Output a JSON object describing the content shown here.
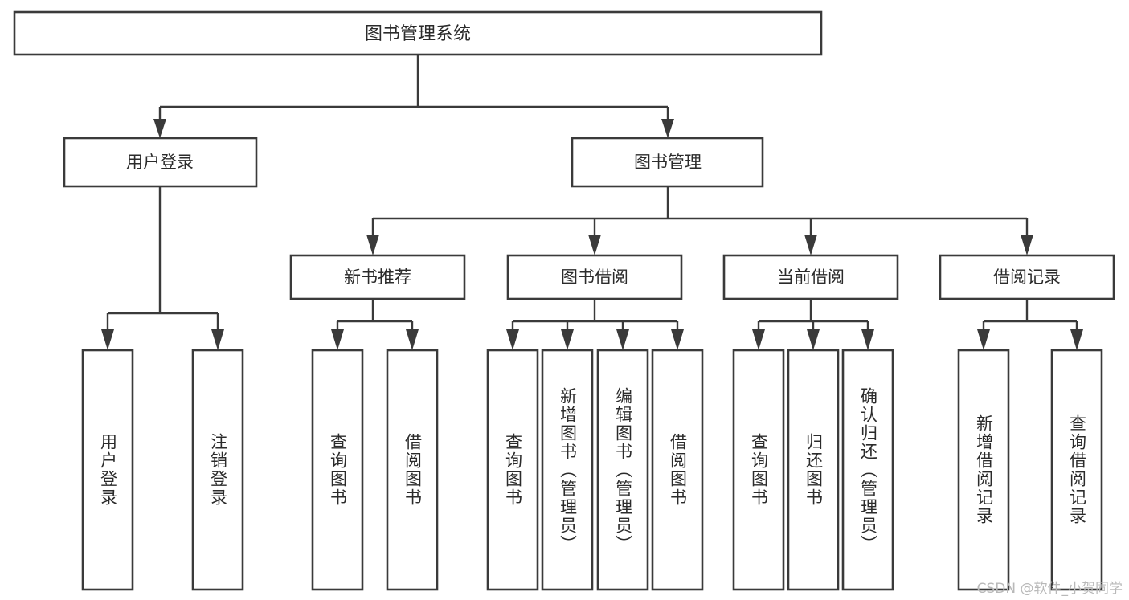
{
  "diagram": {
    "title": "图书管理系统",
    "type": "tree",
    "watermark": "CSDN @软件_小贺同学",
    "colors": {
      "stroke": "#3a3a3a",
      "text": "#2b2b2b",
      "background": "#ffffff",
      "watermark": "#b9b9b9"
    },
    "nodes": {
      "root": {
        "label": "图书管理系统"
      },
      "level2": [
        {
          "id": "user-login",
          "label": "用户登录"
        },
        {
          "id": "book-manage",
          "label": "图书管理"
        }
      ],
      "level3": [
        {
          "id": "new-book-rec",
          "label": "新书推荐"
        },
        {
          "id": "book-borrow",
          "label": "图书借阅"
        },
        {
          "id": "current-borrow",
          "label": "当前借阅"
        },
        {
          "id": "borrow-record",
          "label": "借阅记录"
        }
      ],
      "leaves": {
        "user-login": [
          {
            "id": "leaf-user-login",
            "label": "用户登录"
          },
          {
            "id": "leaf-user-logout",
            "label": "注销登录"
          }
        ],
        "new-book-rec": [
          {
            "id": "leaf-query-book-1",
            "label": "查询图书"
          },
          {
            "id": "leaf-borrow-book-1",
            "label": "借阅图书"
          }
        ],
        "book-borrow": [
          {
            "id": "leaf-query-book-2",
            "label": "查询图书"
          },
          {
            "id": "leaf-add-book",
            "label": "新增图书（管理员）"
          },
          {
            "id": "leaf-edit-book",
            "label": "编辑图书（管理员）"
          },
          {
            "id": "leaf-borrow-book-2",
            "label": "借阅图书"
          }
        ],
        "current-borrow": [
          {
            "id": "leaf-query-book-3",
            "label": "查询图书"
          },
          {
            "id": "leaf-return-book",
            "label": "归还图书"
          },
          {
            "id": "leaf-confirm-return",
            "label": "确认归还（管理员）"
          }
        ],
        "borrow-record": [
          {
            "id": "leaf-add-record",
            "label": "新增借阅记录"
          },
          {
            "id": "leaf-query-record",
            "label": "查询借阅记录"
          }
        ]
      }
    }
  }
}
